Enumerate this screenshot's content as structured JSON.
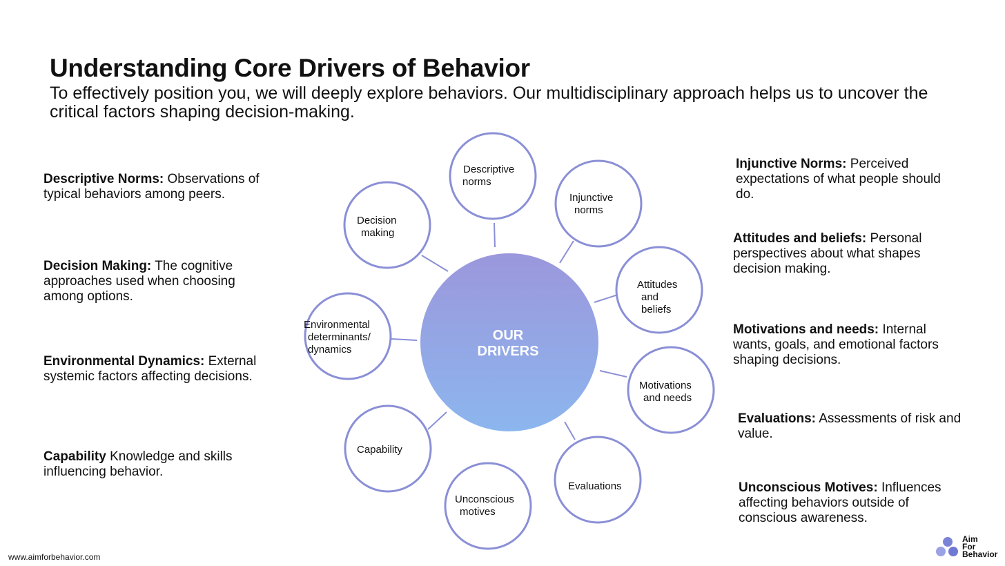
{
  "header": {
    "title": "Understanding Core Drivers of Behavior",
    "subtitle": "To effectively position you, we will deeply explore behaviors. Our multidisciplinary approach helps us to uncover the critical factors shaping decision-making."
  },
  "left_descriptions": [
    {
      "term": "Descriptive Norms:",
      "text": "Observations of typical behaviors among peers."
    },
    {
      "term": "Decision Making:",
      "text": "The cognitive approaches used when choosing among options."
    },
    {
      "term": "Environmental Dynamics:",
      "text": "External systemic factors affecting decisions."
    },
    {
      "term": "Capability",
      "text": "Knowledge and skills influencing behavior."
    }
  ],
  "right_descriptions": [
    {
      "term": "Injunctive Norms:",
      "text": "Perceived expectations of what people should do."
    },
    {
      "term": "Attitudes and beliefs:",
      "text": "Personal perspectives about what shapes decision making."
    },
    {
      "term": "Motivations and needs:",
      "text": "Internal wants, goals, and emotional factors shaping decisions."
    },
    {
      "term": "Evaluations:",
      "text": "Assessments of risk  and value."
    },
    {
      "term": "Unconscious Motives:",
      "text": "Influences affecting behaviors outside of conscious awareness."
    }
  ],
  "diagram": {
    "center": {
      "line1": "OUR",
      "line2": "DRIVERS"
    },
    "nodes": [
      {
        "id": "descriptive-norms",
        "lines": [
          "Descriptive",
          "norms"
        ]
      },
      {
        "id": "injunctive-norms",
        "lines": [
          "Injunctive",
          "norms"
        ]
      },
      {
        "id": "attitudes-beliefs",
        "lines": [
          "Attitudes",
          "and",
          "beliefs"
        ]
      },
      {
        "id": "motivations-needs",
        "lines": [
          "Motivations",
          "and needs"
        ]
      },
      {
        "id": "evaluations",
        "lines": [
          "Evaluations"
        ]
      },
      {
        "id": "unconscious-motives",
        "lines": [
          "Unconscious",
          "motives"
        ]
      },
      {
        "id": "capability",
        "lines": [
          "Capability"
        ]
      },
      {
        "id": "environmental",
        "lines": [
          "Environmental",
          "determinants/",
          "dynamics"
        ]
      },
      {
        "id": "decision-making",
        "lines": [
          "Decision",
          "making"
        ]
      }
    ],
    "colors": {
      "ring": "#8a8fd6",
      "center_top": "#9b97dc",
      "center_bottom": "#8cb6ee",
      "connector": "#8a8fd6"
    }
  },
  "footer": {
    "url": "www.aimforbehavior.com",
    "logo_lines": [
      "Aim",
      "For",
      "Behavior"
    ]
  }
}
